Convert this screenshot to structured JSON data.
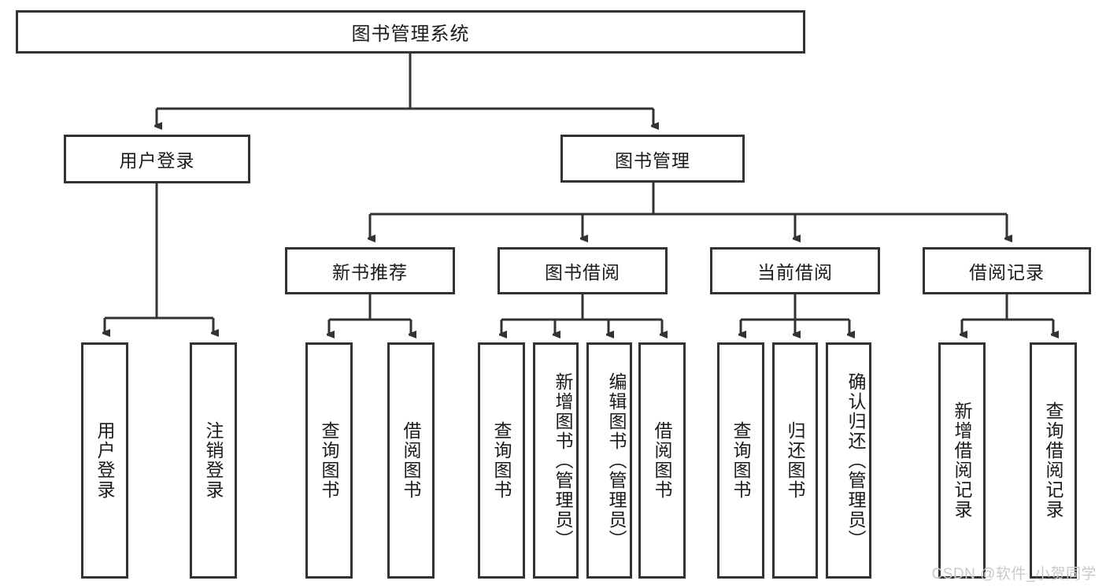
{
  "diagram": {
    "title": "图书管理系统",
    "root": {
      "id": "root",
      "label": "图书管理系统"
    },
    "level2": [
      {
        "id": "user-login",
        "label": "用户登录"
      },
      {
        "id": "book-manage",
        "label": "图书管理"
      }
    ],
    "level3": [
      {
        "id": "new-book-recommend",
        "label": "新书推荐",
        "parent": "book-manage"
      },
      {
        "id": "book-borrow",
        "label": "图书借阅",
        "parent": "book-manage"
      },
      {
        "id": "current-borrow",
        "label": "当前借阅",
        "parent": "book-manage"
      },
      {
        "id": "borrow-record",
        "label": "借阅记录",
        "parent": "book-manage"
      }
    ],
    "leaves": [
      {
        "id": "leaf-user-login",
        "label": "用户登录",
        "parent": "user-login"
      },
      {
        "id": "leaf-logout-login",
        "label": "注销登录",
        "parent": "user-login"
      },
      {
        "id": "leaf-query-book-1",
        "label": "查询图书",
        "parent": "new-book-recommend"
      },
      {
        "id": "leaf-borrow-book-1",
        "label": "借阅图书",
        "parent": "new-book-recommend"
      },
      {
        "id": "leaf-query-book-2",
        "label": "查询图书",
        "parent": "book-borrow"
      },
      {
        "id": "leaf-add-book",
        "label": "新增图书（管理员）",
        "parent": "book-borrow"
      },
      {
        "id": "leaf-edit-book",
        "label": "编辑图书（管理员）",
        "parent": "book-borrow"
      },
      {
        "id": "leaf-borrow-book-2",
        "label": "借阅图书",
        "parent": "book-borrow"
      },
      {
        "id": "leaf-query-book-3",
        "label": "查询图书",
        "parent": "current-borrow"
      },
      {
        "id": "leaf-return-book",
        "label": "归还图书",
        "parent": "current-borrow"
      },
      {
        "id": "leaf-confirm-return",
        "label": "确认归还（管理员）",
        "parent": "current-borrow"
      },
      {
        "id": "leaf-add-record",
        "label": "新增借阅记录",
        "parent": "borrow-record"
      },
      {
        "id": "leaf-query-record",
        "label": "查询借阅记录",
        "parent": "borrow-record"
      }
    ],
    "colors": {
      "stroke": "#333333",
      "fill": "#ffffff",
      "text": "#1a1a1a",
      "watermark": "#c9c9c9"
    }
  },
  "watermark": {
    "text": "CSDN @软件_小贺同学"
  }
}
